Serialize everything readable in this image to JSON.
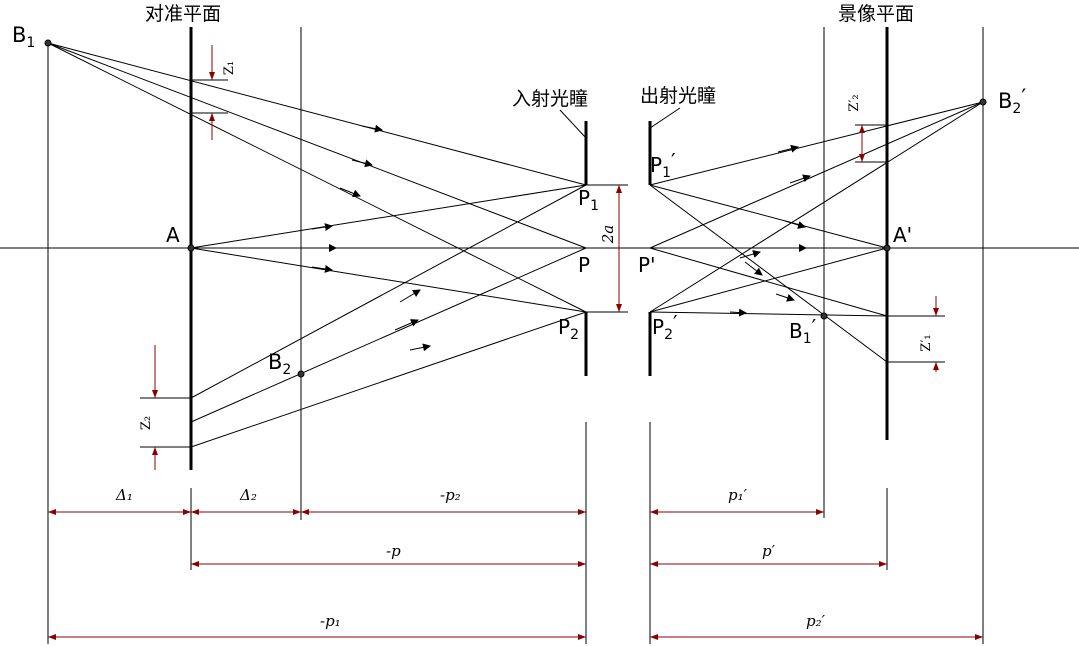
{
  "titles": {
    "object_plane": "对准平面",
    "image_plane": "景像平面",
    "entrance_pupil": "入射光瞳",
    "exit_pupil": "出射光瞳"
  },
  "points": {
    "B1": "B",
    "B1_sub": "1",
    "B2": "B",
    "B2_sub": "2",
    "A": "A",
    "P": "P",
    "P1": "P",
    "P1_sub": "1",
    "P2": "P",
    "P2_sub": "2",
    "Pp": "P'",
    "Pp1": "P",
    "Pp1_sub": "1",
    "Pp1_prime": "′",
    "Pp2": "P",
    "Pp2_sub": "2",
    "Pp2_prime": "′",
    "Ap": "A'",
    "Bp1": "B",
    "Bp1_sub": "1",
    "Bp1_prime": "′",
    "Bp2": "B",
    "Bp2_sub": "2",
    "Bp2_prime": "′"
  },
  "labels": {
    "z1": "Z₁",
    "z2": "Z₂",
    "zp1": "Z′₁",
    "zp2": "Z′₂",
    "two_a": "2a"
  },
  "dimensions": {
    "delta1": "Δ₁",
    "delta2": "Δ₂",
    "minus_p2": "-p₂",
    "minus_p": "-p",
    "minus_p1": "-p₁",
    "p1_prime": "p₁′",
    "p_prime": "p′",
    "p2_prime": "p₂′"
  }
}
